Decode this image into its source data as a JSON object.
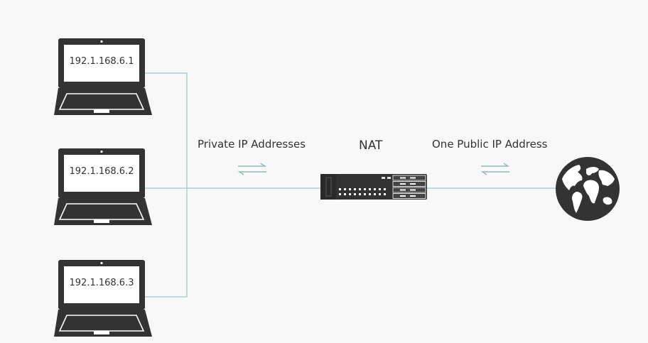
{
  "diagram": {
    "computers": [
      {
        "ip": "192.1.168.6.1"
      },
      {
        "ip": "192.1.168.6.2"
      },
      {
        "ip": "192.1.168.6.3"
      }
    ],
    "left_link_label": "Private IP Addresses",
    "nat_label": "NAT",
    "right_link_label": "One Public IP Address"
  },
  "colors": {
    "background": "#f8f8f8",
    "device": "#333333",
    "connector_line": "#9cc7cf",
    "arrow": "#8fb8c0",
    "text": "#333333"
  },
  "icons": {
    "computer": "laptop-icon",
    "nat_device": "network-switch-icon",
    "internet": "globe-icon",
    "traffic": "bidirectional-arrows-icon"
  }
}
